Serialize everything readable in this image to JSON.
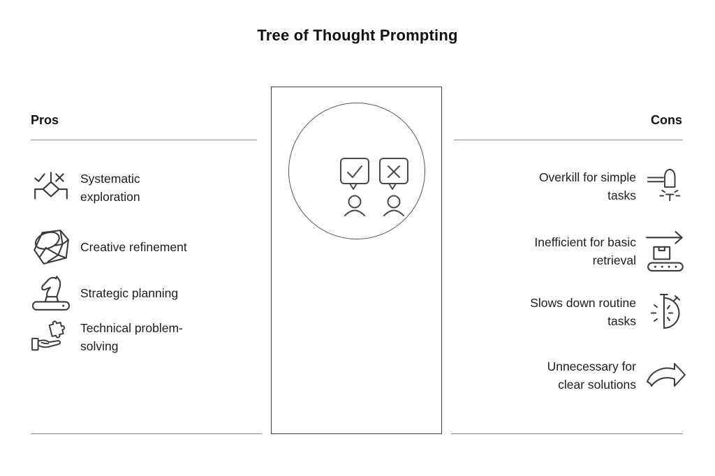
{
  "title": "Tree of Thought Prompting",
  "pros": {
    "heading": "Pros",
    "items": [
      {
        "label": "Systematic\nexploration",
        "icon": "decision-branches-icon"
      },
      {
        "label": "Creative refinement",
        "icon": "gem-icon"
      },
      {
        "label": "Strategic planning",
        "icon": "chess-knight-icon"
      },
      {
        "label": "Technical problem-\nsolving",
        "icon": "hand-puzzle-icon"
      }
    ]
  },
  "cons": {
    "heading": "Cons",
    "items": [
      {
        "label": "Overkill for simple\ntasks",
        "icon": "sledgehammer-tack-icon"
      },
      {
        "label": "Inefficient for basic\nretrieval",
        "icon": "conveyor-belt-icon"
      },
      {
        "label": "Slows down routine\ntasks",
        "icon": "stopwatch-icon"
      },
      {
        "label": "Unnecessary for\nclear solutions",
        "icon": "curved-arrow-icon"
      }
    ]
  },
  "center_graphic": {
    "left_bubble_symbol": "check",
    "right_bubble_symbol": "cross",
    "icons": [
      "person-check-bubble-icon",
      "person-cross-bubble-icon"
    ]
  },
  "colors": {
    "background": "#ffffff",
    "text": "#1c1c1c",
    "icon_stroke": "#3a3a3a",
    "divider": "#8a8a8a",
    "box_border": "#3f3f3f"
  }
}
